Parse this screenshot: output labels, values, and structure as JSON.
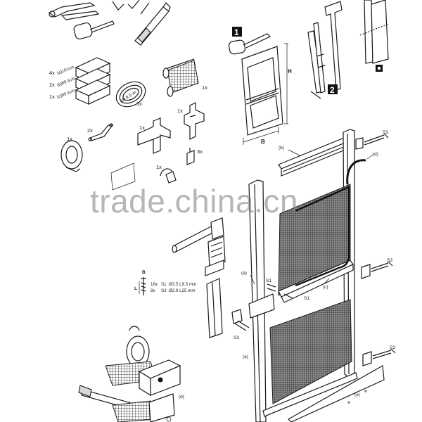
{
  "step_badges": {
    "step1": "1",
    "step2": "2"
  },
  "dimensions": {
    "height": "H",
    "width": "B"
  },
  "parts_list": {
    "profiles": [
      {
        "qty": "4x",
        "spec": "(a)101cm"
      },
      {
        "qty": "2x",
        "spec": "(b)89.4cm"
      },
      {
        "qty": "1x",
        "spec": "(c)89.4cm"
      }
    ],
    "mesh_roll": "1x",
    "gasket_roll_qty": "1x",
    "gasket_roll_label": "(d) 9.5 m",
    "handle": "1x",
    "hinge": "2x",
    "t_connector": "1x",
    "cross_connector": "1x",
    "clip": "3x",
    "small_part": "1x"
  },
  "screws": {
    "axis_b": "B",
    "axis_l": "L",
    "s1": {
      "qty": "16x",
      "code": "S1",
      "spec": "Ø3.5 L9.5 mm"
    },
    "s3": {
      "qty": "8x",
      "code": "S3",
      "spec": "Ø2.9 L25 mm"
    }
  },
  "callouts": {
    "b": "(b)",
    "d_top": "(d)",
    "a_upper": "(a)",
    "a_lower": "(a)",
    "c": "(c)",
    "s1_upper": "S1",
    "s1_lower": "S1",
    "s3_top": "S3",
    "s3_mid": "S3",
    "s3_left": "S3",
    "s3_bottom": "S3",
    "e": "(e)",
    "d_bottom": "(d)"
  },
  "watermark": "trade.china.cn",
  "colors": {
    "ink": "#1a1a1a",
    "mesh": "#555555",
    "watermark": "#7a7a7a"
  }
}
